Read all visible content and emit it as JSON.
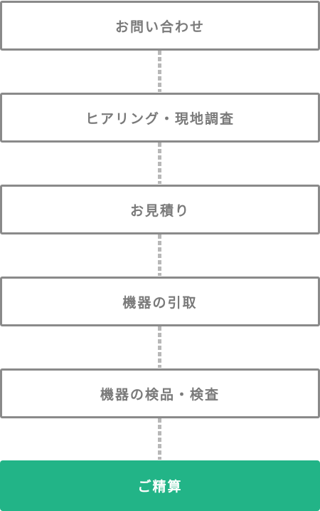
{
  "steps": [
    {
      "label": "お問い合わせ"
    },
    {
      "label": "ヒアリング・現地調査"
    },
    {
      "label": "お見積り"
    },
    {
      "label": "機器の引取"
    },
    {
      "label": "機器の検品・検査"
    },
    {
      "label": "ご精算"
    }
  ],
  "colors": {
    "border": "#8a8a8a",
    "text": "#7a7a7a",
    "connector": "#b8b8b8",
    "final_background": "#22b487",
    "final_text": "#ffffff"
  }
}
